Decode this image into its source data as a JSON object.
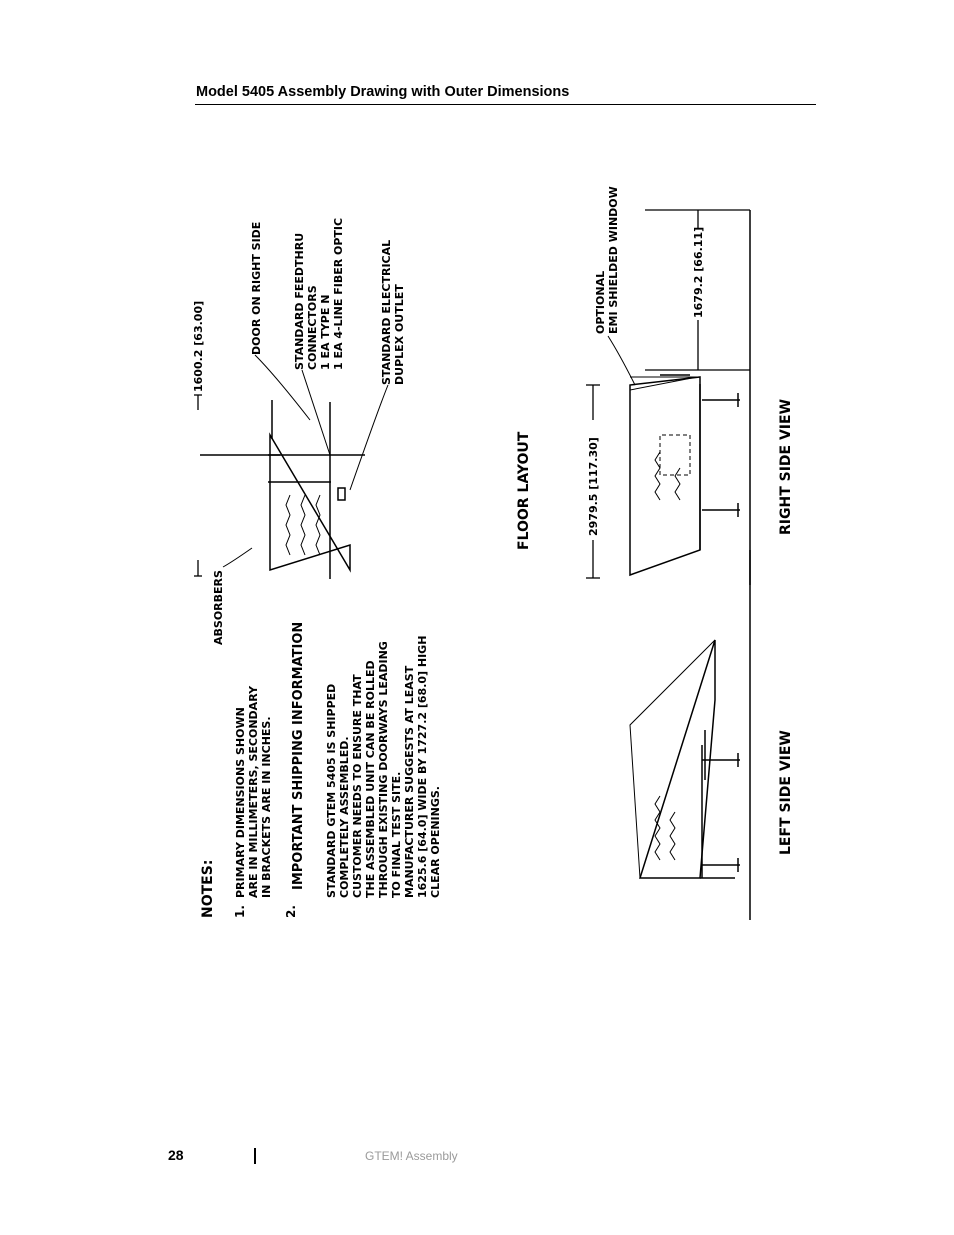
{
  "header": {
    "title": "Model 5405 Assembly Drawing with Outer Dimensions"
  },
  "drawing": {
    "notes_heading": "NOTES:",
    "note1_number": "1.",
    "note1_lines": [
      "PRIMARY DIMENSIONS SHOWN",
      "ARE IN MILLIMETERS, SECONDARY",
      "IN BRACKETS ARE IN INCHES."
    ],
    "note2_number": "2.",
    "note2_heading": "IMPORTANT SHIPPING INFORMATION",
    "note2_lines": [
      "STANDARD GTEM 5405 IS SHIPPED",
      "COMPLETELY ASSEMBLED.",
      "CUSTOMER NEEDS TO ENSURE THAT",
      "THE ASSEMBLED UNIT CAN BE ROLLED",
      "THROUGH EXISTING DOORWAYS LEADING",
      "TO FINAL TEST SITE.",
      "MANUFACTURER SUGGESTS AT LEAST",
      "1625.6 [64.0] WIDE BY 1727.2 [68.0] HIGH",
      "CLEAR OPENINGS."
    ],
    "absorbers_label": "ABSORBERS",
    "floor_width_dim": "1600.2 [63.00]",
    "door_label": "DOOR ON RIGHT SIDE",
    "feedthru_lines": [
      "STANDARD FEEDTHRU",
      "CONNECTORS",
      "1 EA TYPE N",
      "1 EA 4-LINE FIBER OPTIC"
    ],
    "outlet_lines": [
      "STANDARD ELECTRICAL",
      "DUPLEX OUTLET"
    ],
    "floor_layout_label": "FLOOR LAYOUT",
    "length_dim": "2979.5 [117.30]",
    "height_dim": "1679.2 [66.11]",
    "window_lines": [
      "OPTIONAL",
      "EMI SHIELDED WINDOW"
    ],
    "left_view_label": "LEFT SIDE VIEW",
    "right_view_label": "RIGHT SIDE VIEW"
  },
  "footer": {
    "page_number": "28",
    "section": "GTEM! Assembly"
  }
}
